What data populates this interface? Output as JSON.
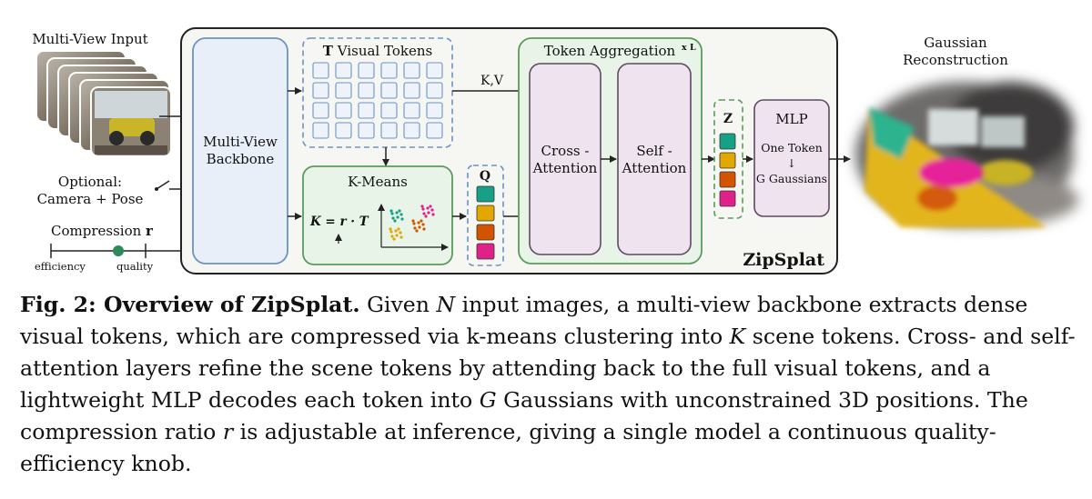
{
  "diagram": {
    "input_label": "Multi-View Input",
    "optional_label_1": "Optional:",
    "optional_label_2": "Camera + Pose",
    "compression_label": "Compression",
    "compression_var": "r",
    "efficiency_label": "efficiency",
    "quality_label": "quality",
    "backbone_line1": "Multi-View",
    "backbone_line2": "Backbone",
    "visual_tokens_prefix": "T",
    "visual_tokens_label": "Visual Tokens",
    "kmeans_label": "K-Means",
    "formula": "K = r · T",
    "q_label": "Q",
    "kv_label": "K,V",
    "token_agg_label": "Token Aggregation",
    "xl_label": "x L",
    "cross_line1": "Cross -",
    "cross_line2": "Attention",
    "self_line1": "Self -",
    "self_line2": "Attention",
    "z_label": "Z",
    "mlp_label": "MLP",
    "mlp_line1": "One Token",
    "mlp_arrow": "↓",
    "mlp_line2": "G Gaussians",
    "zipsplat_label": "ZipSplat",
    "recon_line1": "Gaussian",
    "recon_line2": "Reconstruction",
    "token_colors": [
      "#16a085",
      "#e0a800",
      "#d35400",
      "#e0218a"
    ],
    "colors": {
      "frame_bg": "#f6f6f3",
      "backbone_fill": "#e8eff9",
      "backbone_stroke": "#6c93c4",
      "green_fill": "#e8f4e8",
      "green_stroke": "#5b9a5b",
      "pink_fill": "#efe3ef",
      "pink_stroke": "#5f4a5f"
    }
  },
  "caption": {
    "bold": "Fig. 2: Overview of ZipSplat.",
    "t1": " Given ",
    "v1": "N",
    "t2": " input images, a multi-view backbone extracts dense visual tokens, which are compressed via k-means clustering into ",
    "v2": "K",
    "t3": " scene tokens. Cross- and self-attention layers refine the scene tokens by attending back to the full visual tokens, and a lightweight MLP decodes each token into ",
    "v3": "G",
    "t4": " Gaussians with unconstrained 3D positions. The compression ratio ",
    "v4": "r",
    "t5": " is adjustable at inference, giving a single model a continuous quality-efficiency knob."
  }
}
